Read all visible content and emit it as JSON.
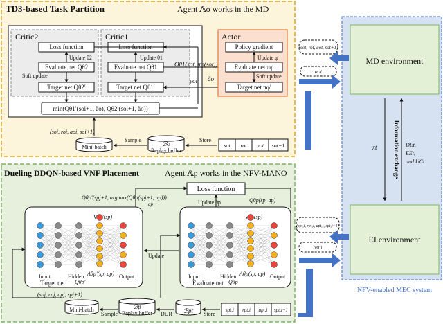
{
  "td3": {
    "title": "TD3-based Task Partition",
    "agent_label": "Agent 𝔸o works in the MD",
    "critic2": {
      "title": "Critic2",
      "loss": "Loss function",
      "update": "Update θ2",
      "evaluate": "Evaluate net Qθ2",
      "soft_update": "Soft update",
      "target": "Target net Qθ2′"
    },
    "critic1": {
      "title": "Critic1",
      "loss": "Loss function",
      "update": "Update θ1",
      "evaluate": "Evaluate net Qθ1",
      "target": "Target net Qθ1′"
    },
    "actor": {
      "title": "Actor",
      "policy": "Policy gradient",
      "update": "Update φ",
      "evaluate": "Evaluate net πφ",
      "soft_update": "Soft update",
      "target": "Target net πφ′"
    },
    "q_input": "Qθ1(sot, πφ(sot))",
    "a_tilde": "ão",
    "y_label": "yoi",
    "min_formula": "min(Qθ1′(soi+1, ão), Qθ2′(soi+1, ão))",
    "minibatch_tuple": "(soi, roi, aoi, soi+1)",
    "minibatch": "Mini-batch",
    "sample": "Sample",
    "replay": "Replay buffer",
    "replay_sym": "ℬo",
    "store": "Store",
    "tuple": [
      "sot",
      "rot",
      "aot",
      "sot+1"
    ]
  },
  "ddqn": {
    "title": "Dueling DDQN-based VNF Placement",
    "agent_label": "Agent 𝔸p works in the NFV-MANO",
    "loss": "Loss function",
    "q_left": "Qθp′(spj+1, argmax(Qθp(spj+1, ap)))",
    "q_left_sub": "ap",
    "q_right": "Qθp(sp, ap)",
    "update": "Update θp",
    "update2": "Update",
    "target_label": "Target net",
    "evaluate_label": "Evaluate net",
    "v_left": "Vθp′(sp)",
    "v_right": "Vθp(sp)",
    "a_left": "Aθp′(sp, ap)",
    "a_right": "Aθp(sp, ap)",
    "q_node_left": "Qθp′",
    "q_node_right": "Qθp",
    "input": "Input",
    "hidden": "Hidden",
    "output": "Output",
    "minibatch_tuple": "(spj, rpj, apj, spj+1)",
    "minibatch": "Mini-batch",
    "sample": "Sample",
    "replay": "Replay buffer",
    "replay_sym": "ℬp",
    "dur": "DUR",
    "bpt_sym": "ℬpt",
    "store": "Store",
    "tuple": [
      "spt,i",
      "rpt,i",
      "apt,i",
      "spt,i+1"
    ]
  },
  "mec": {
    "system_label": "NFV-enabled MEC system",
    "md_env": "MD environment",
    "ei_env": "EI environment",
    "info_exchange": "Information exchange",
    "xt": "xt",
    "metrics": [
      "DEt,",
      "EEt,",
      "and UCt"
    ],
    "md_tuple": "(sot, rot, aot, sot+1)",
    "md_action": "aot",
    "ei_tuple": "(spt,i, rpt,i, apt,i, spt,i+1)",
    "ei_action": "apt,i"
  },
  "colors": {
    "td3_border": "#e3a31b",
    "td3_bg": "#fdf4dc",
    "ddqn_border": "#7bb661",
    "ddqn_bg": "#e6f0dc",
    "actor_fill": "#fce0cf",
    "actor_border": "#e27d3c",
    "critic_fill": "#ececec",
    "mec_fill": "#d6e1f1",
    "env_fill": "#e4f0d6",
    "arrow_blue": "#4472c4"
  }
}
